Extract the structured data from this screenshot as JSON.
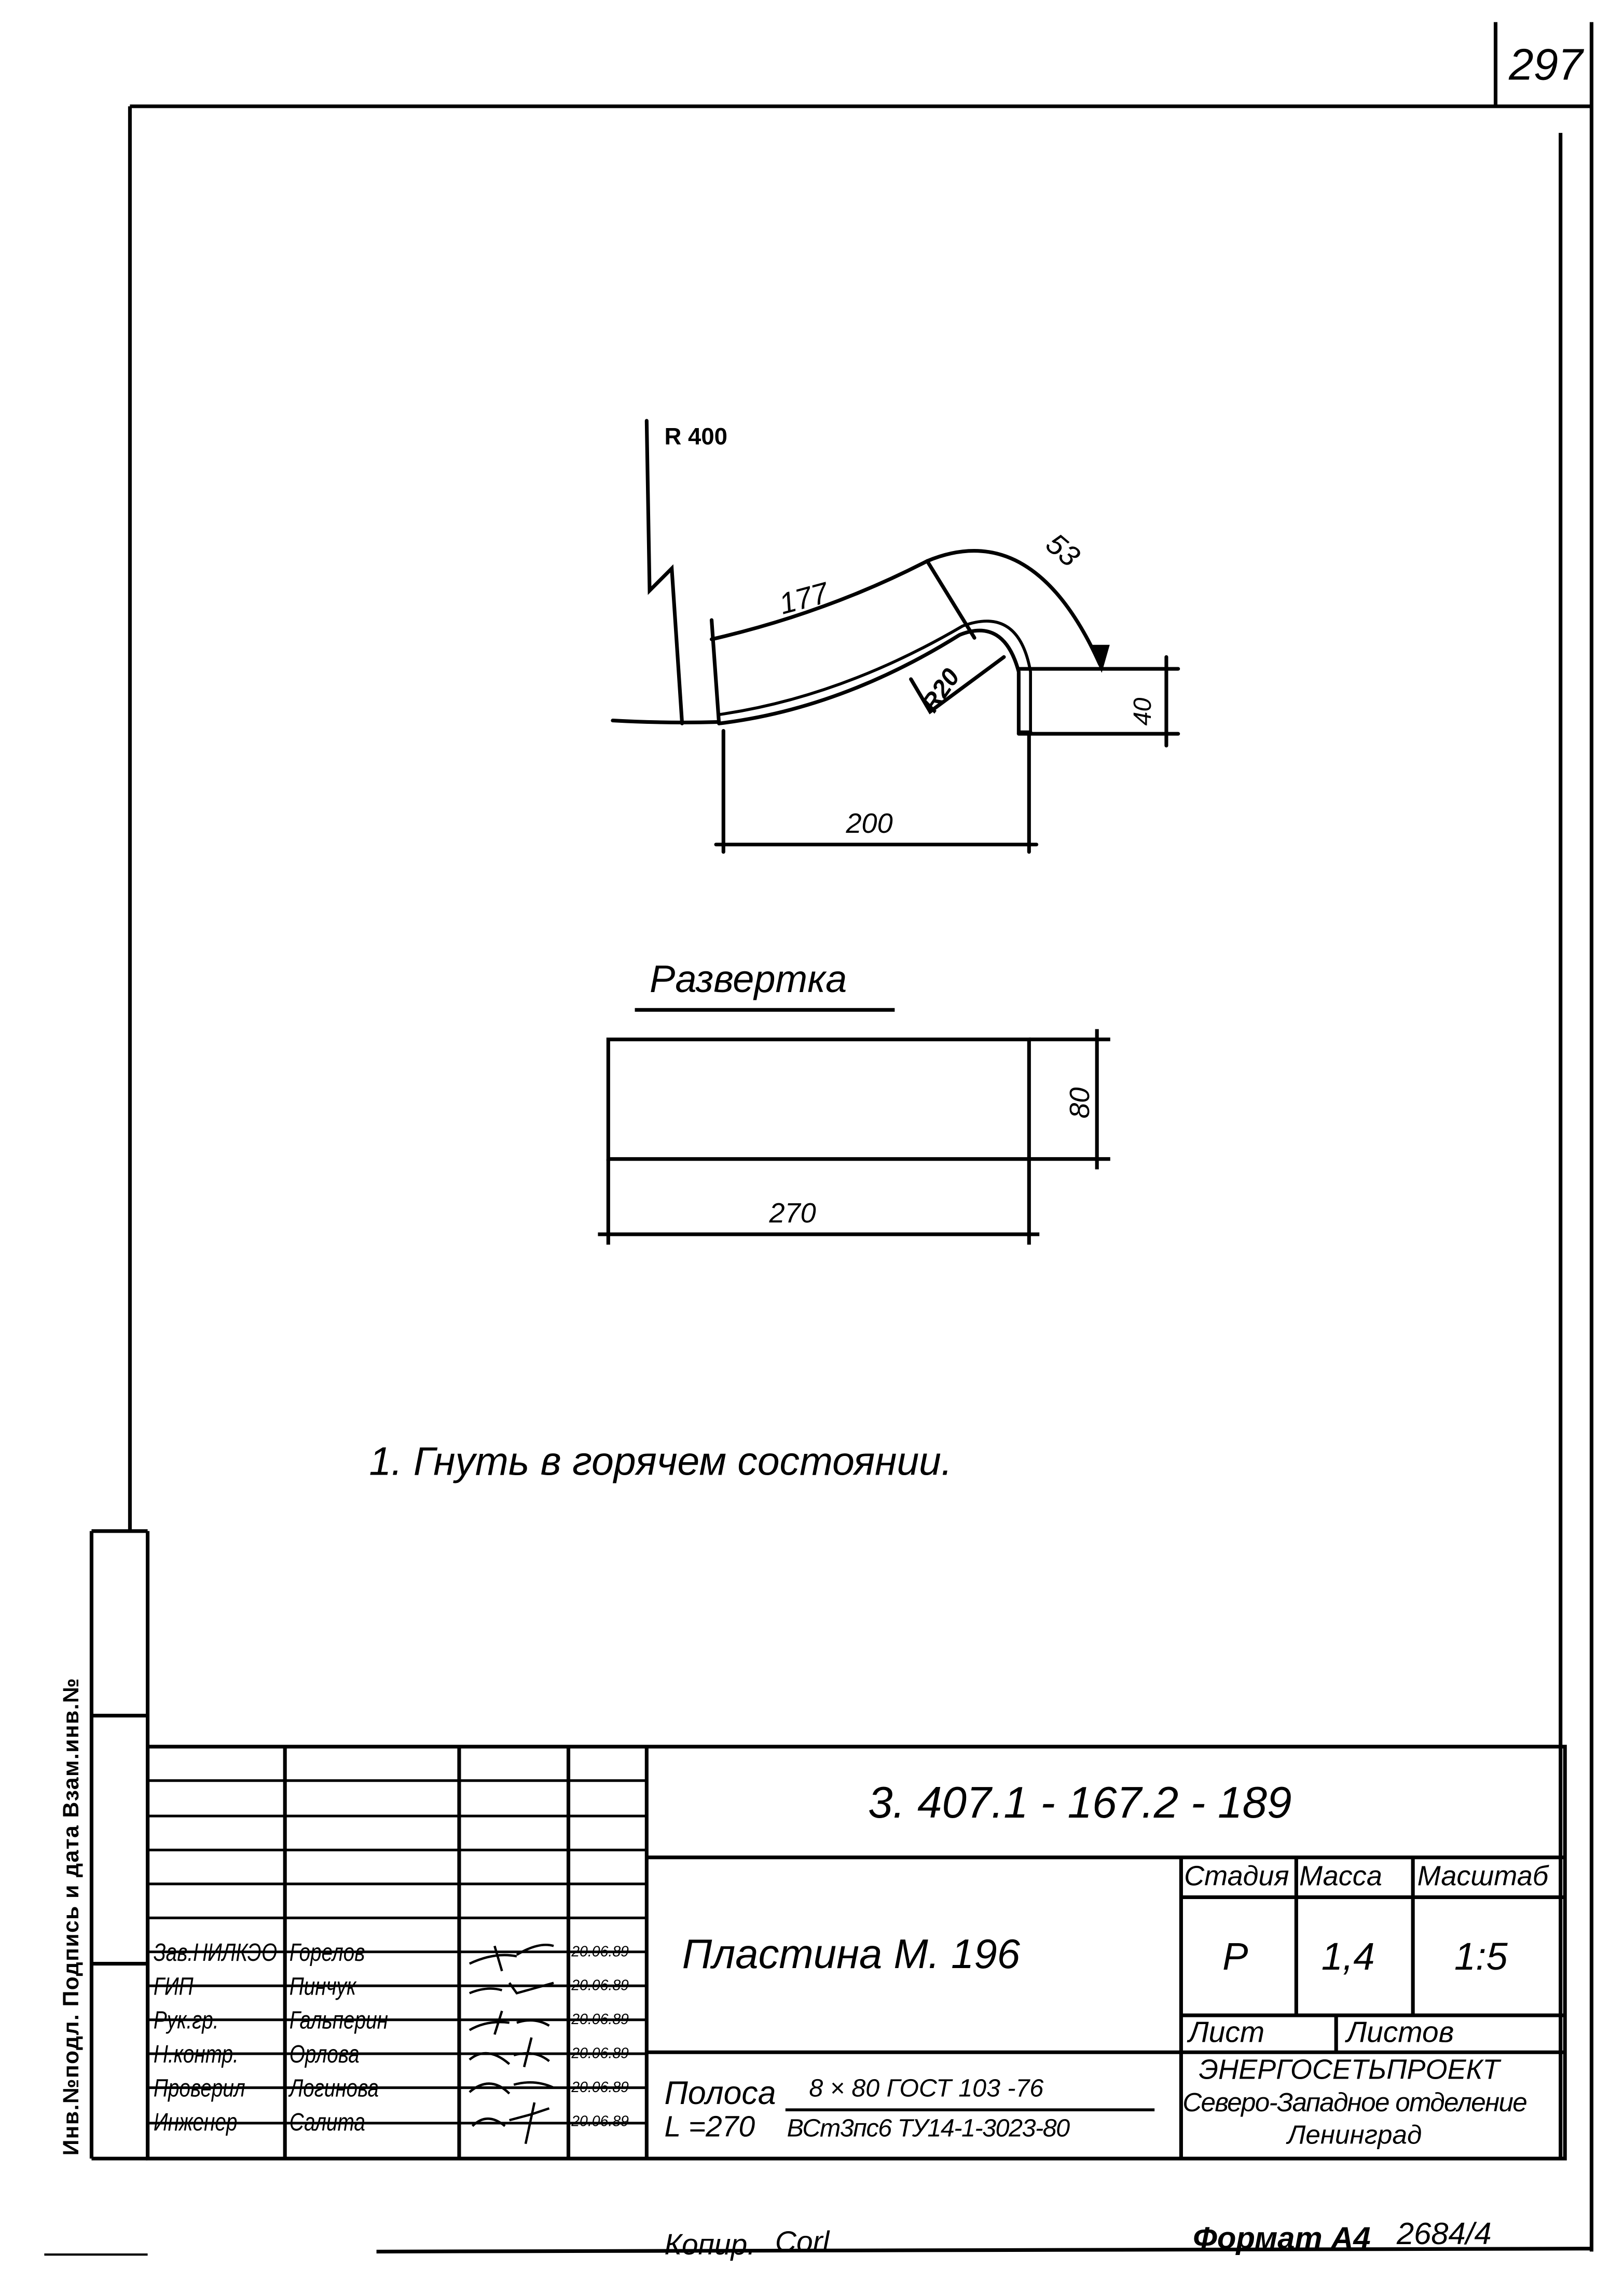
{
  "sheet_number": "297",
  "drawing": {
    "radius_large": "R 400",
    "arc_length": "177",
    "angle": "53",
    "radius_bend": "R20",
    "width_dim": "200",
    "height_dim": "40"
  },
  "development": {
    "title": "Развертка",
    "height_dim": "80",
    "length_dim": "270"
  },
  "note": "1. Гнуть в горячем состоянии.",
  "side_strip": "Инв.№подл.  Подпись и дата  Взам.инв.№",
  "title_block": {
    "designation": "3. 407.1 - 167.2 - 189",
    "part_name": "Пластина М. 196",
    "material_label": "Полоса",
    "material_length": "L =270",
    "material_spec_top": "8 × 80  ГОСТ 103 -76",
    "material_spec_bottom": "ВСт3пс6 ТУ14-1-3023-80",
    "headers": {
      "stage": "Стадия",
      "mass": "Масса",
      "scale": "Масштаб",
      "sheet": "Лист",
      "sheets": "Листов"
    },
    "values": {
      "stage": "Р",
      "mass": "1,4",
      "scale": "1:5"
    },
    "organization": [
      "ЭНЕРГОСЕТЬПРОЕКТ",
      "Северо-Западное отделение",
      "Ленинград"
    ],
    "signatures": [
      {
        "role": "Зав.НИЛКЭО",
        "name": "Горелов",
        "date": "20.06.89"
      },
      {
        "role": "ГИП",
        "name": "Пинчук",
        "date": "20.06.89"
      },
      {
        "role": "Рук.гр.",
        "name": "Гальперин",
        "date": "20.06.89"
      },
      {
        "role": "Н.контр.",
        "name": "Орлова",
        "date": "20.06.89"
      },
      {
        "role": "Проверил",
        "name": "Логинова",
        "date": "20.06.89"
      },
      {
        "role": "Инженер",
        "name": "Салита",
        "date": "20.06.89"
      }
    ]
  },
  "footer": {
    "copied": "Копир.",
    "copied_signature": "Corl",
    "format": "Формат А4",
    "archive_number": "2684/4"
  }
}
